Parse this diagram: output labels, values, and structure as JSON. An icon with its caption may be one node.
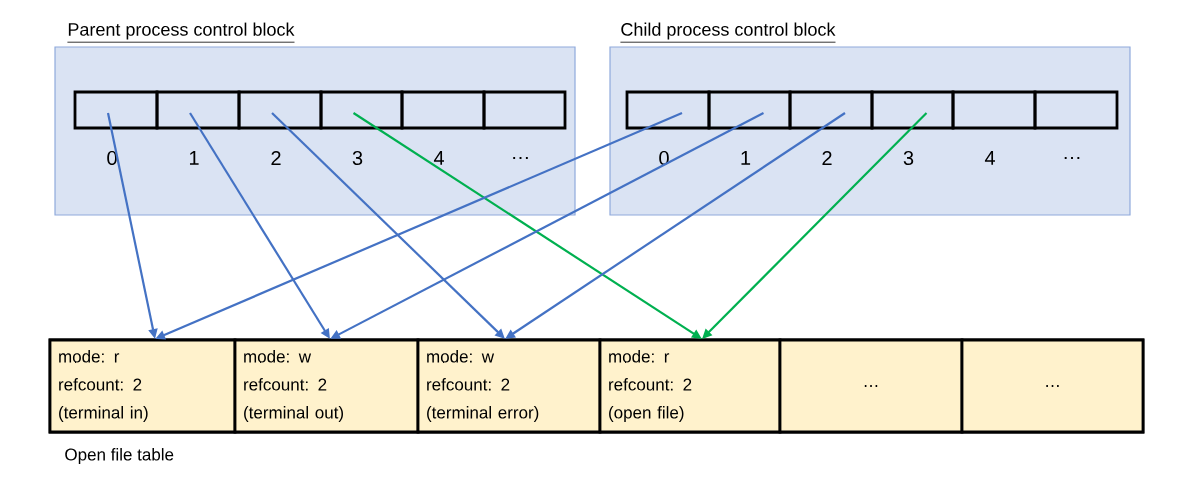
{
  "diagram": {
    "nodes": [
      {
        "text": [
          "Parent process control block"
        ]
      },
      {
        "text": [],
        "shape": "box",
        "in": 0,
        "beside": [
          "0"
        ]
      },
      {
        "text": [],
        "shape": "box",
        "in": 0,
        "beside": [
          "1"
        ]
      },
      {
        "text": [],
        "shape": "box",
        "in": 0,
        "beside": [
          "2"
        ]
      },
      {
        "text": [],
        "shape": "box",
        "in": 0,
        "beside": [
          "3"
        ]
      },
      {
        "text": [],
        "shape": "box",
        "in": 0,
        "beside": [
          "4"
        ]
      },
      {
        "text": [],
        "shape": "box",
        "in": 0,
        "beside": [
          "…"
        ]
      },
      {
        "text": [
          "Child process control block"
        ]
      },
      {
        "text": [],
        "shape": "box",
        "in": 7,
        "beside": [
          "0"
        ]
      },
      {
        "text": [],
        "shape": "box",
        "in": 7,
        "beside": [
          "1"
        ]
      },
      {
        "text": [],
        "shape": "box",
        "in": 7,
        "beside": [
          "2"
        ]
      },
      {
        "text": [],
        "shape": "box",
        "in": 7,
        "beside": [
          "3"
        ]
      },
      {
        "text": [],
        "shape": "box",
        "in": 7,
        "beside": [
          "4"
        ]
      },
      {
        "text": [],
        "shape": "box",
        "in": 7,
        "beside": [
          "…"
        ]
      },
      {
        "text": [
          "Open file table"
        ]
      },
      {
        "text": [
          "mode: r",
          "refcount: 2",
          "(terminal in)"
        ],
        "in": 14
      },
      {
        "text": [
          "mode: w",
          "refcount: 2",
          "(terminal out)"
        ],
        "in": 14
      },
      {
        "text": [
          "mode: w",
          "refcount: 2",
          "(terminal error)"
        ],
        "in": 14
      },
      {
        "text": [
          "mode: r",
          "refcount: 2",
          "(open file)"
        ],
        "in": 14
      },
      {
        "text": [
          "…"
        ],
        "in": 14
      },
      {
        "text": [
          "…"
        ],
        "in": 14
      }
    ],
    "edges": [
      {
        "from": 1,
        "to": 15,
        "arrow": "to"
      },
      {
        "from": 2,
        "to": 16,
        "arrow": "to"
      },
      {
        "from": 3,
        "to": 17,
        "arrow": "to"
      },
      {
        "from": 4,
        "to": 18,
        "arrow": "to",
        "color": "#00b050"
      },
      {
        "from": 8,
        "to": 15,
        "arrow": "to"
      },
      {
        "from": 9,
        "to": 16,
        "arrow": "to"
      },
      {
        "from": 10,
        "to": 17,
        "arrow": "to"
      },
      {
        "from": 11,
        "to": 18,
        "arrow": "to",
        "color": "#00b050"
      }
    ]
  }
}
